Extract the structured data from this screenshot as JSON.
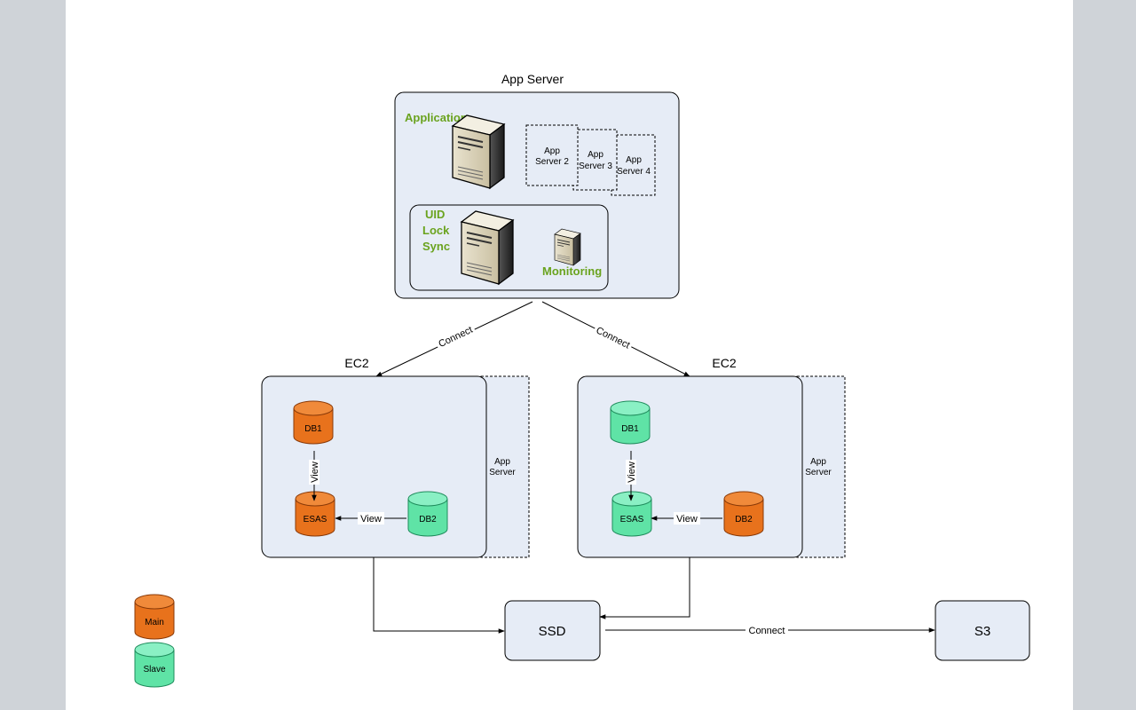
{
  "colors": {
    "main": "#e8721c",
    "main_dark": "#c0570e",
    "slave": "#5fe3a6",
    "slave_dark": "#2fb57a",
    "box_fill": "#e6ecf6",
    "green_text": "#6aa31e"
  },
  "app_server": {
    "title": "App Server",
    "application_label": "Application",
    "replicas": [
      {
        "line1": "App",
        "line2": "Server 2"
      },
      {
        "line1": "App",
        "line2": "Server 3"
      },
      {
        "line1": "App",
        "line2": "Server 4"
      }
    ],
    "inner_labels": [
      "UID",
      "Lock",
      "Sync"
    ],
    "monitoring_label": "Monitoring",
    "server_icon": "server-tower-icon"
  },
  "connectors": {
    "left_label": "Connect",
    "right_label": "Connect",
    "ssd_s3_label": "Connect"
  },
  "ec2_left": {
    "title": "EC2",
    "db1": "DB1",
    "esas": "ESAS",
    "db2": "DB2",
    "view_vertical": "View",
    "view_horizontal": "View",
    "side_line1": "App",
    "side_line2": "Server"
  },
  "ec2_right": {
    "title": "EC2",
    "db1": "DB1",
    "esas": "ESAS",
    "db2": "DB2",
    "view_vertical": "View",
    "view_horizontal": "View",
    "side_line1": "App",
    "side_line2": "Server"
  },
  "storage": {
    "ssd": "SSD",
    "s3": "S3"
  },
  "legend": {
    "main": "Main",
    "slave": "Slave"
  }
}
